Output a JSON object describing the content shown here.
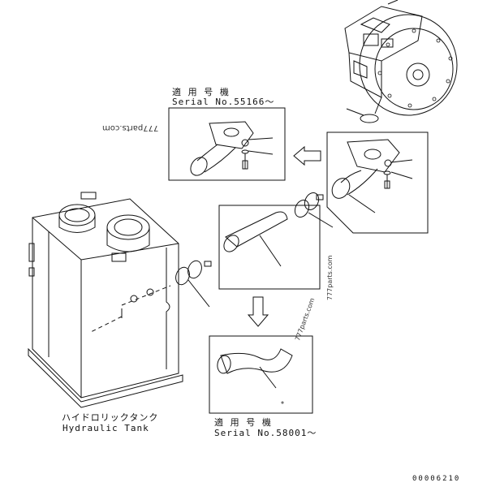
{
  "upper_inset": {
    "applicable_jp": "適 用 号 機",
    "serial": "Serial No.55166〜"
  },
  "lower_inset": {
    "applicable_jp": "適 用 号 機",
    "serial": "Serial No.58001〜"
  },
  "tank": {
    "name_jp": "ハイドロリックタンク",
    "name_en": "Hydraulic Tank"
  },
  "watermarks": [
    "777parts.com",
    "777parts.com",
    "777parts.com"
  ],
  "drawing_number": "00006210"
}
